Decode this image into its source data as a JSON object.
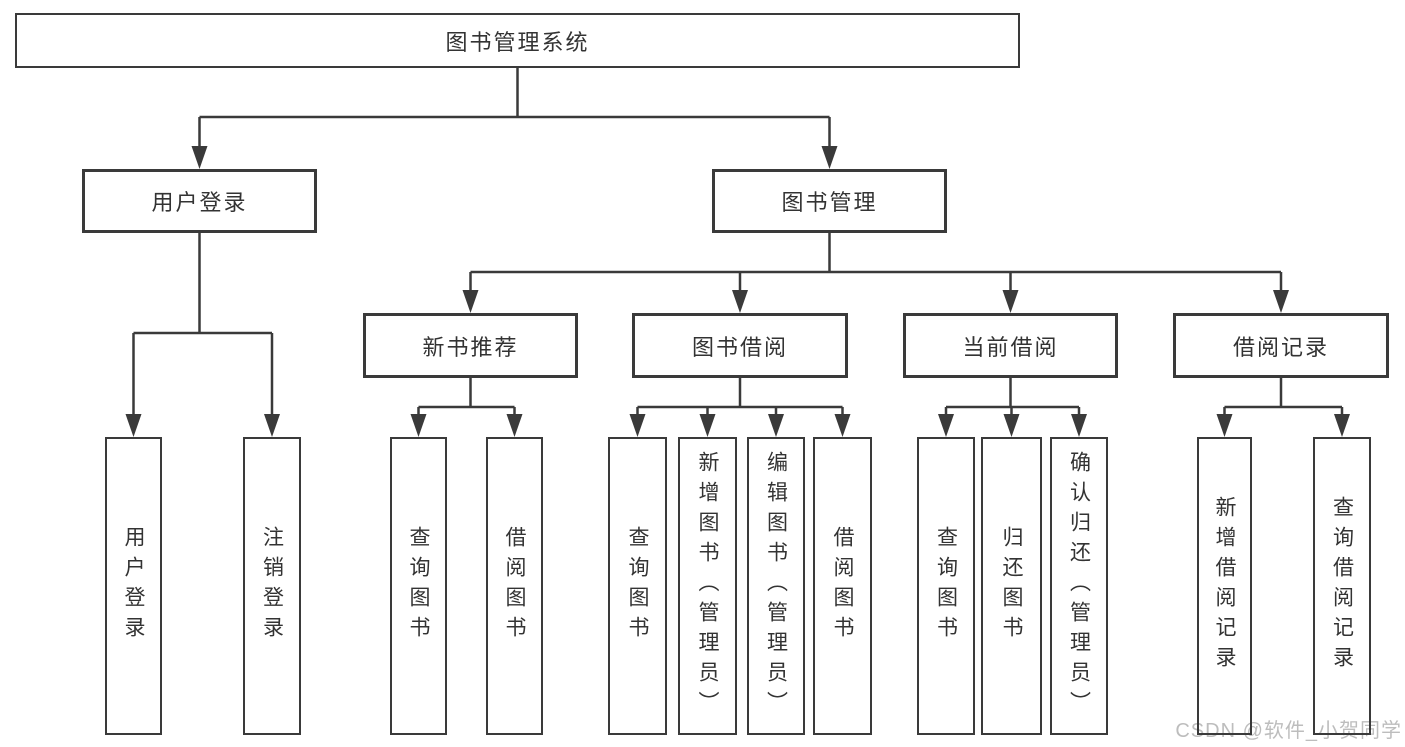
{
  "diagram": {
    "root": {
      "label": "图书管理系统",
      "children": [
        {
          "label": "用户登录",
          "children": [
            {
              "label": "用户登录"
            },
            {
              "label": "注销登录"
            }
          ]
        },
        {
          "label": "图书管理",
          "children": [
            {
              "label": "新书推荐",
              "children": [
                {
                  "label": "查询图书"
                },
                {
                  "label": "借阅图书"
                }
              ]
            },
            {
              "label": "图书借阅",
              "children": [
                {
                  "label": "查询图书"
                },
                {
                  "label": "新增图书（管理员）"
                },
                {
                  "label": "编辑图书（管理员）"
                },
                {
                  "label": "借阅图书"
                }
              ]
            },
            {
              "label": "当前借阅",
              "children": [
                {
                  "label": "查询图书"
                },
                {
                  "label": "归还图书"
                },
                {
                  "label": "确认归还（管理员）"
                }
              ]
            },
            {
              "label": "借阅记录",
              "children": [
                {
                  "label": "新增借阅记录"
                },
                {
                  "label": "查询借阅记录"
                }
              ]
            }
          ]
        }
      ]
    }
  },
  "watermark": {
    "text": "CSDN @软件_小贺同学"
  },
  "colors": {
    "line": "#3a3a3a",
    "text": "#333333",
    "watermark": "#bdbdbd",
    "background": "#ffffff"
  }
}
